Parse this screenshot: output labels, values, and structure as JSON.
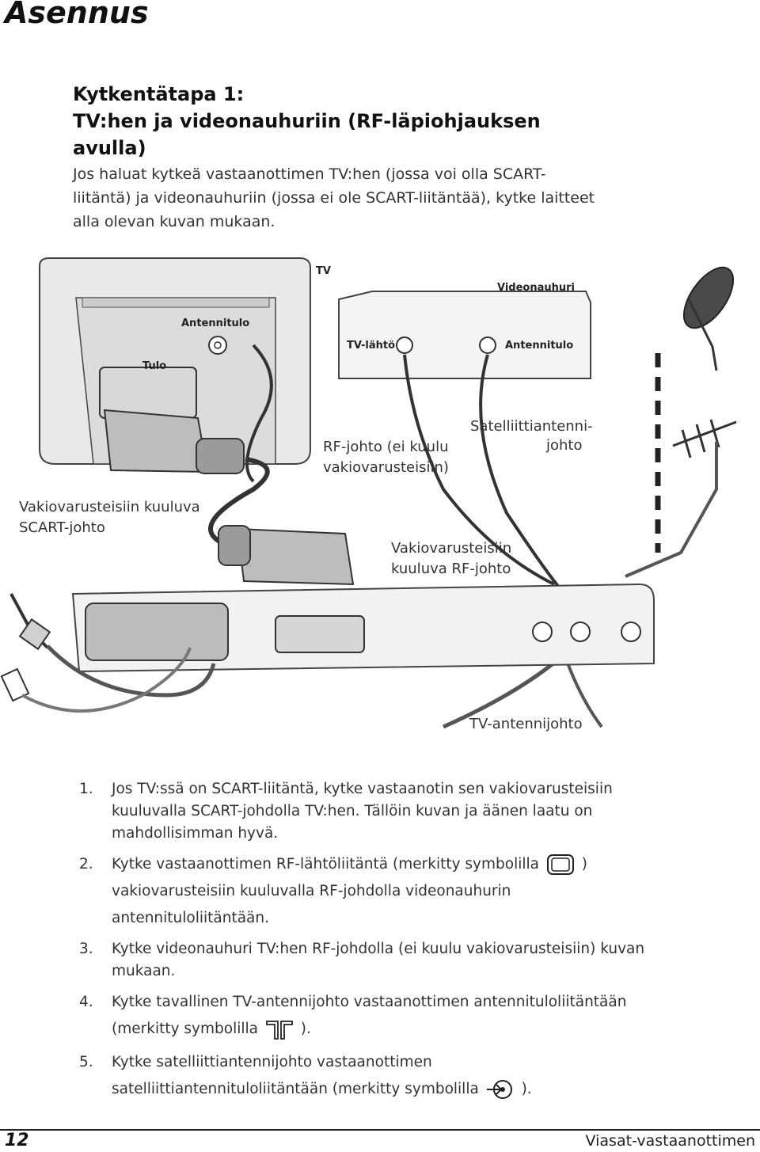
{
  "header": {
    "title": "Asennus"
  },
  "section": {
    "title_line1": "Kytkentätapa 1:",
    "title_line2": "TV:hen ja videonauhuriin (RF-läpiohjauksen",
    "title_line3": "avulla)",
    "intro": "Jos haluat kytkeä vastaanottimen TV:hen (jossa voi olla SCART-liitäntä) ja videonauhuriin (jossa ei ole SCART-liitäntää), kytke laitteet alla olevan kuvan mukaan."
  },
  "diagram": {
    "tv_label": "TV",
    "vcr_label": "Videonauhuri",
    "tv_antenna_in": "Antennitulo",
    "tv_input": "Tulo",
    "vcr_tv_out": "TV-lähtö",
    "vcr_antenna_in": "Antennitulo",
    "rf_cable_line1": "RF-johto (ei kuulu",
    "rf_cable_line2": "vakiovarusteisiin)",
    "sat_cable_line1": "Satelliittiantenni-",
    "sat_cable_line2": "johto",
    "scart_cable_line1": "Vakiovarusteisiin kuuluva",
    "scart_cable_line2": "SCART-johto",
    "std_rf_line1": "Vakiovarusteisiin",
    "std_rf_line2": "kuuluva RF-johto",
    "tv_antenna_cable": "TV-antennijohto"
  },
  "steps": [
    {
      "num": "1.",
      "text": "Jos TV:ssä on SCART-liitäntä, kytke vastaanotin sen vakiovarusteisiin kuuluvalla SCART-johdolla TV:hen. Tällöin kuvan ja äänen laatu on mahdollisimman hyvä."
    },
    {
      "num": "2.",
      "text_before": "Kytke vastaanottimen RF-lähtöliitäntä (merkitty symbolilla",
      "text_after": ") vakiovarusteisiin kuuluvalla RF-johdolla videonauhurin antennituloliitäntään.",
      "icon": "tv-screen-icon"
    },
    {
      "num": "3.",
      "text": "Kytke videonauhuri TV:hen RF-johdolla (ei kuulu vakiovarusteisiin) kuvan mukaan."
    },
    {
      "num": "4.",
      "text_before": "Kytke tavallinen TV-antennijohto vastaanottimen antennituloliitäntään (merkitty symbolilla",
      "text_after": ").",
      "icon": "antenna-symbol-icon"
    },
    {
      "num": "5.",
      "text_before": "Kytke satelliittiantennijohto vastaanottimen satelliittiantennituloliitäntään (merkitty symbolilla",
      "text_after": ").",
      "icon": "satellite-input-icon"
    }
  ],
  "footer": {
    "page_number": "12",
    "brand": "Viasat-vastaanottimen"
  }
}
